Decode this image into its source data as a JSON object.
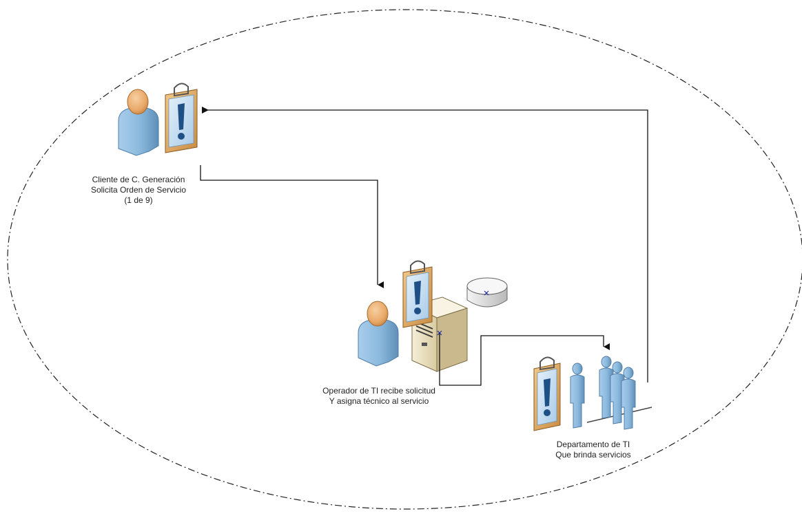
{
  "diagram": {
    "nodes": [
      {
        "id": "cliente",
        "icons": [
          "person-icon",
          "clipboard-alert-icon"
        ],
        "label_lines": [
          "Cliente de C. Generación",
          "Solicita Orden de Servicio",
          "(1 de 9)"
        ]
      },
      {
        "id": "operador",
        "icons": [
          "person-icon",
          "clipboard-alert-icon",
          "server-tower-icon",
          "database-disk-icon"
        ],
        "label_lines": [
          "Operador de TI recibe solicitud",
          "Y asigna técnico al servicio"
        ]
      },
      {
        "id": "departamento",
        "icons": [
          "clipboard-alert-icon",
          "person-standing-icon",
          "group-people-icon"
        ],
        "label_lines": [
          "Departamento de TI",
          "Que brinda servicios"
        ]
      }
    ],
    "edges": [
      {
        "from": "cliente",
        "to": "operador"
      },
      {
        "from": "operador",
        "to": "departamento"
      },
      {
        "from": "departamento",
        "to": "cliente"
      }
    ],
    "boundary": "dash-dot-ellipse"
  },
  "colors": {
    "person_head": "#e8a868",
    "person_body": "#8ab8dc",
    "clipboard_board": "#d9a45c",
    "clipboard_paper": "#bcd8ef",
    "server_case": "#ede3c4",
    "line": "#111111"
  }
}
